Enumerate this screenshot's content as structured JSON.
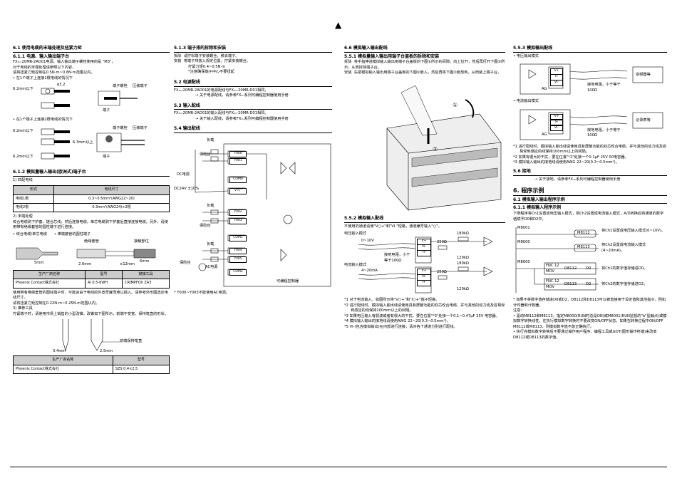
{
  "top_mark": "▲",
  "col1": {
    "s61": "6.1  使用电缆的末端处理及扭紧力矩",
    "s611": "6.1.1  电源、输入输出端子台",
    "p1": "FX₃ᵤ-20MR-2AD01电源、输入输出端子螺栓使用的是 \"M3\"，",
    "p2": "对于电线的末端处理请参照以下内容，",
    "p3": "请将扭紧力矩控制在0.5N·m~0.8N·m范围以内。",
    "b1": "在1个端子上连接1根电线的情况下",
    "b2": "在1个端子上连接2根电线的情况下",
    "lab_screw": "端子螺栓",
    "lab_press": "压装端子",
    "lab_term": "端子",
    "d1": "ø3.2",
    "d2": "6.2mm以下",
    "d3": "6.3mm以上",
    "s612": "6.1.2  模拟量输入输出(欧洲式)端子台",
    "sub1": "1) 匹配电线",
    "t1_head": [
      "形式",
      "电线尺寸"
    ],
    "t1_rows": [
      [
        "电线1根",
        "0.3~0.5mm²(AWG22~20)"
      ],
      [
        "电线2根",
        "0.3mm²(AWG24)×2根"
      ]
    ],
    "sub2": "2) 末端处理",
    "p4": "绞合电缆剥下护套，搓合芯线，然后连接电缆。单芯电缆剥下护套后直接连接电缆。另外，请使用带有绝缘套管的圆柱端子进行连接。",
    "bl1": "绞合电缆/单芯电缆",
    "bl2": "棒端套管的圆柱端子",
    "lab_sleeve": "绝缘套管",
    "lab_contact": "接触部位",
    "d5": "5mm",
    "d6": "6mm",
    "d7": "2.6mm",
    "d8": "≤12mm",
    "t2_head": [
      "生产厂商名称",
      "型号",
      "铆接工具"
    ],
    "t2_rows": [
      [
        "Phoenix Contact株式会社",
        "AI 0.5-6WH",
        "CRIMPFOX ZA3"
      ]
    ],
    "p5": "使用带有绝缘套管的圆柱端子时，可能会由于电线的外皮厚度而难以插入。请参考外形图选定电线尺寸。",
    "p6": "请将扭紧力矩控制在0.22N·m~0.25N·m范围以内。",
    "sub3": "3) 推荐工具",
    "p7": "拧紧端子时，请使用市场上销售的小型改锥。改锥如下图所示，前端不变宽、保持笔直的形状。",
    "lab_tip": "前端保持笔直",
    "d9": "0.4mm",
    "d10": "2.5mm",
    "t3_head": [
      "生产厂商名称",
      "型号"
    ],
    "t3_rows": [
      [
        "Phoenix Contact株式会社",
        "SZS 0.4×2.5"
      ]
    ]
  },
  "col2": {
    "s513": "5.1.3  端子排的拆除和安装",
    "r1k": "拆除",
    "r1v": "请拧松端子安装螺丝，移去端子。",
    "r2k": "安装",
    "r2v": "将端子排放入规定位置，拧紧安装螺丝。",
    "r3": "拧紧力矩0.4~0.5N·m",
    "r4": "*注意确保端子中心不要扭起",
    "s52": "5.2  电源配线",
    "p52a": "FX₃ᵤ-20MR-2AD01的电源配线与FX₃ᵤ-20MR-D01相同。",
    "p52b": "→ 关于电源配线，请参考FX₃ᵤ系列可编程控制器使用手册",
    "s53": "5.3  输入配线",
    "p53a": "FX₃ᵤ-20MR-2AD01的输入配线与FX₃ᵤ-20MR-D01相同。",
    "p53b": "→ 关于输入配线，请参考FX₃ᵤ系列可编程控制器使用手册",
    "s54": "5.4  输出配线",
    "labels": {
      "load": "负载",
      "fuse": "保险丝",
      "dc": "DC电源",
      "ac": "AC电源",
      "plc": "可编程控制器",
      "dc24": "DC24V ±10%"
    },
    "terms": [
      "Y000",
      "Y001",
      "COM0",
      "V+/-",
      "Y002",
      "Y003",
      "COM1",
      "Y004",
      "Y005",
      "COM2"
    ],
    "note": "* Y000~Y003不能使用AC电源。"
  },
  "col3": {
    "s66": "6.6  模拟输入输出配线",
    "s661": "5.5.1  模拟量输入输出用端子台盖板的拆除和安装",
    "r1k": "拆除",
    "r1v": "将手指伸进模拟输入输出用端子台盖板的下图①所示的间隙，向上拉开，然后再打开下图②所示，从而拆除端子台。",
    "r2k": "安装",
    "r2v": "先把模拟输入输出用端子台盖板的下图①嵌入，然后再将下图②嵌放到，从而装上端子台。",
    "circ1": "①",
    "circ2": "②",
    "s552": "5.5.2  模拟输入配线",
    "p552": "不使用的通道请使\"V○+\"和\"VI-\"短路，通道编号输入\"○\"。",
    "lab_vin": "电压输入模式",
    "lab_cin": "电流输入模式",
    "v_range": "0~10V",
    "c_range": "4~20mA",
    "r1": "250Ω",
    "r2": "120kΩ",
    "r3": "180kΩ",
    "pins1": [
      "V+",
      "VI-",
      "I+",
      "VI-"
    ],
    "pins2": [
      "V+",
      "VI-",
      "I+",
      "VI-"
    ],
    "lab_twist": "接地电阻，小于等于100Ω",
    "notes": [
      [
        "*1",
        "对于电流输入，如图所示将\"V○+\"和\"I○+\"端子短接。"
      ],
      [
        "*2",
        "进行配线时，模拟输入输出线请使用具有屏蔽功能的双芯绞合电缆，并与其他的动力线及容易受到感应的线保持100mm以上的间隔。"
      ],
      [
        "*3",
        "如果电压输入有裂波或者有很大的干扰，要在位置\"*3\"处接一个0.1~0.47μF 25V 电容器。"
      ],
      [
        "*4",
        "模拟输入输出的接地线请使用AWG 22~20(0.3~0.5mm²)。"
      ],
      [
        "*5",
        "VI-(包含模拟输出)在内部进行连接，请对各个通道分别进行配线。"
      ]
    ]
  },
  "col4": {
    "s553": "5.5.3  模拟输出配线",
    "b1": "电压输出模式",
    "b2": "电流输出模式",
    "dev1": "变频器等",
    "dev2": "记录表等",
    "pins": [
      "V+",
      "I+",
      "VI-"
    ],
    "lab_ag": "AG",
    "lab_ground": "接地电阻，小于等于100Ω",
    "notes": [
      [
        "*1",
        "进行配线时，模拟输入输出线请使用具有屏蔽功能的双芯绞合电缆，并与其他的动力线及容易受到感应的线保持100mm以上的间隔。"
      ],
      [
        "*2",
        "如果有很大的干扰，要在位置\"*2\"处接一个0.1μF 25V 00电容器。"
      ],
      [
        "*3",
        "模拟输入输出的接地线请使用AWG 22~20(0.3~0.5mm²)。"
      ]
    ],
    "s56": "5.6  接地",
    "p56": "→ 关于接地，请参考FX₃ᵤ系列可编程控制器使用手册",
    "s6": "6.  程序示例",
    "s61": "6.1  模拟输入输出程序示例",
    "s611": "6.1.1  模拟输入程序示例",
    "p611": "下例程序将Ch1设置成电压输入模式，将Ch2设置成电流输入模式，A/D转换后将通道的数字值赋予D0和D2中。",
    "ladder": {
      "m8001": "M8001",
      "m8000": "M8000",
      "m8112": "M8112",
      "m8113": "M8113",
      "fnc": "FNC 12 MOV",
      "d8112": "D8112",
      "d8113": "D8113",
      "d0": "D0",
      "d2": "D2",
      "c1": "将Ch1设置成电压输入模式(0~10V)。",
      "c2": "将Ch2设置成电流输入模式(4~20mA)。",
      "c3": "将Ch1的数字值存储进D0。",
      "c4": "将Ch2的数字值存储进D2。"
    },
    "note1": "* 如果不将数字值存储进D0或D2，D8112和D8113可以被直接用于设定值和其他指令，例如计时器和计数器。",
    "note_h": "注意：",
    "bul": [
      "驱动M8112和M8113，指定M8000(RUN时总是ON)或M8001(RUN监视的\"b\"型触点)或模拟数字转换线性，在执行模拟数字转换时不要改变ON/OFF状态，如果在转换过程中ON/OFF M8112或M8113，则模拟数字值不能正确执行。",
      "执行完模拟数字转换后不要通过操作用户程序、编程工具或GOT(图形操作终端)来改变D8112或D8113的数字值。"
    ]
  }
}
